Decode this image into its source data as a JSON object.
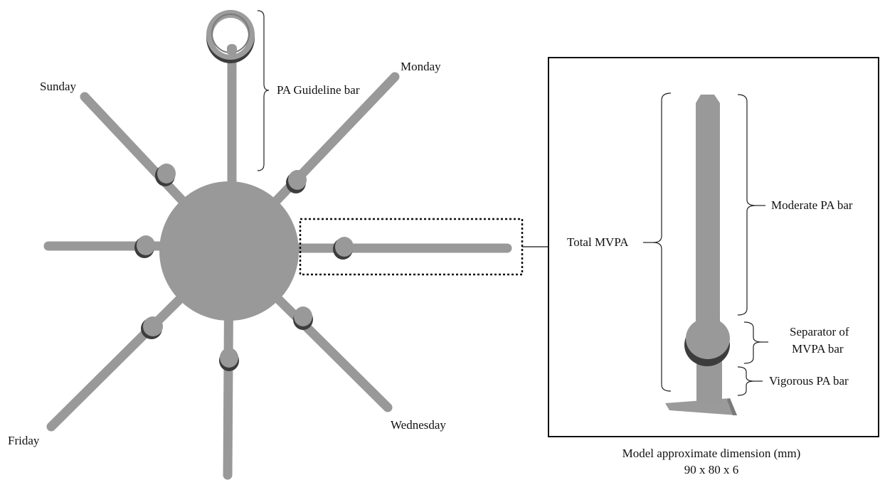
{
  "day_labels": {
    "sunday": "Sunday",
    "monday": "Monday",
    "friday": "Friday",
    "wednesday": "Wednesday"
  },
  "callouts": {
    "guideline": "PA Guideline bar",
    "total_mvpa": "Total MVPA",
    "moderate": "Moderate PA bar",
    "separator_line1": "Separator of",
    "separator_line2": "MVPA bar",
    "vigorous": "Vigorous PA bar"
  },
  "caption": {
    "line1": "Model approximate dimension (mm)",
    "line2": "90 x 80 x 6"
  },
  "colors": {
    "bar": "#999999",
    "shadow": "#3c3c3c",
    "ink": "#111111"
  }
}
